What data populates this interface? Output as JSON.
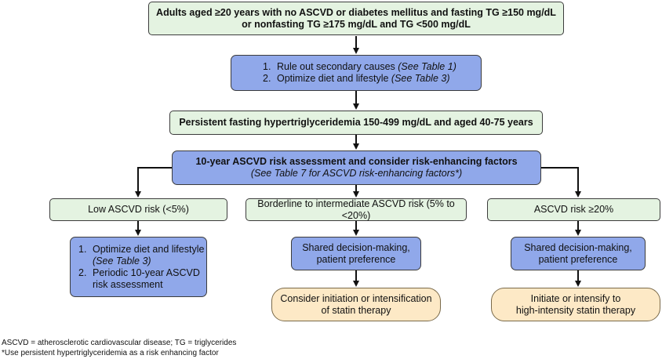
{
  "box1": {
    "line1": "Adults aged ≥20 years with no ASCVD or diabetes mellitus and fasting TG ≥150 mg/dL",
    "line2": "or nonfasting TG ≥175 mg/dL and TG <500 mg/dL"
  },
  "box2": {
    "item1_num": "1.",
    "item1_text": "Rule out secondary causes ",
    "item1_ref": "(See Table 1)",
    "item2_num": "2.",
    "item2_text": "Optimize diet and lifestyle ",
    "item2_ref": "(See Table 3)"
  },
  "box3": {
    "text": "Persistent fasting hypertriglyceridemia 150-499 mg/dL and aged 40-75 years"
  },
  "box4": {
    "line1": "10-year ASCVD risk assessment and consider risk-enhancing factors",
    "line2": "(See Table 7 for ASCVD risk-enhancing factors*)"
  },
  "low": {
    "label": "Low ASCVD risk (<5%)",
    "item1_num": "1.",
    "item1_text": "Optimize diet and lifestyle",
    "item1_ref": "(See Table 3)",
    "item2_num": "2.",
    "item2_line1": "Periodic 10-year ASCVD",
    "item2_line2": "risk assessment"
  },
  "mid": {
    "label": "Borderline to intermediate ASCVD risk (5% to <20%)",
    "shared_line1": "Shared decision-making,",
    "shared_line2": "patient preference",
    "outcome_line1": "Consider initiation or intensification",
    "outcome_line2": "of statin therapy"
  },
  "high": {
    "label": "ASCVD risk ≥20%",
    "shared_line1": "Shared decision-making,",
    "shared_line2": "patient preference",
    "outcome_line1": "Initiate or intensify to",
    "outcome_line2": "high-intensity statin therapy"
  },
  "footnotes": {
    "abbrev": "ASCVD = atherosclerotic cardiovascular disease; TG = triglycerides",
    "asterisk": "*Use persistent hypertriglyceridemia as a risk enhancing factor"
  }
}
